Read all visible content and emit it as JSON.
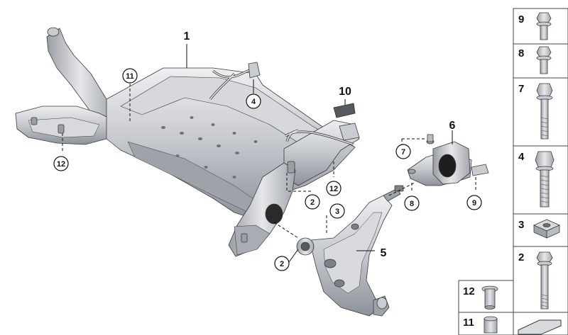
{
  "diagram": {
    "callouts_plain": {
      "c1": "1",
      "c10": "10",
      "c6": "6",
      "c5": "5"
    },
    "callouts_circled": {
      "c11": "11",
      "c4": "4",
      "c12a": "12",
      "c12b": "12",
      "c2a": "2",
      "c3": "3",
      "c7": "7",
      "c8": "8",
      "c9": "9",
      "c2b": "2"
    },
    "parts_panel": {
      "p9": "9",
      "p8": "8",
      "p7": "7",
      "p4": "4",
      "p3": "3",
      "p2": "2",
      "p12": "12",
      "p11": "11"
    }
  },
  "colors": {
    "metal_light": "#e4e5e8",
    "metal_mid": "#b9bcc2",
    "metal_dark": "#7c8088",
    "outline": "#3a3a3a",
    "bushing": "#1e1e1e"
  }
}
